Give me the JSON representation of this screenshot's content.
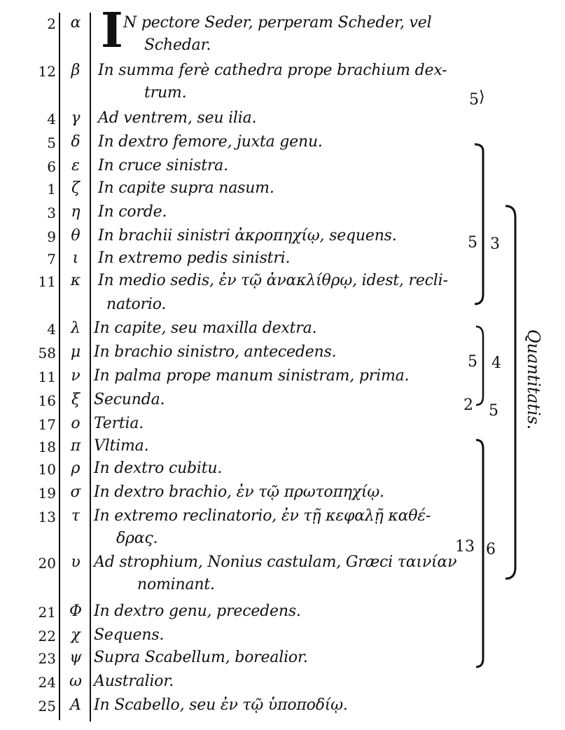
{
  "entries": [
    {
      "num": "2",
      "greek": "α",
      "text": "N pectore Seder, perperam Scheder, vel",
      "cont": "Schedar."
    },
    {
      "num": "12",
      "greek": "β",
      "text": "In summa ferè cathedra prope brachium dex-",
      "cont": "trum."
    },
    {
      "num": "4",
      "greek": "γ",
      "text": "Ad ventrem, seu ilia."
    },
    {
      "num": "5",
      "greek": "δ",
      "text": "In dextro femore, juxta genu."
    },
    {
      "num": "6",
      "greek": "ε",
      "text": "In cruce sinistra."
    },
    {
      "num": "1",
      "greek": "ζ",
      "text": "In capite supra nasum."
    },
    {
      "num": "3",
      "greek": "η",
      "text": "In corde."
    },
    {
      "num": "9",
      "greek": "θ",
      "text": "In brachii sinistri ἀκροπηχίῳ, sequens."
    },
    {
      "num": "7",
      "greek": "ι",
      "text": "In extremo pedis sinistri."
    },
    {
      "num": "11",
      "greek": "κ",
      "text": "In medio sedis, ἐν τῷ ἀνακλίθρῳ, idest, recli-",
      "cont": "natorio."
    },
    {
      "num": "4",
      "greek": "λ",
      "text": "In capite, seu maxilla dextra."
    },
    {
      "num": "58",
      "greek": "μ",
      "text": "In brachio sinistro, antecedens."
    },
    {
      "num": "11",
      "greek": "ν",
      "text": "In palma prope manum sinistram, prima."
    },
    {
      "num": "16",
      "greek": "ξ",
      "text": "Secunda."
    },
    {
      "num": "17",
      "greek": "ο",
      "text": "Tertia."
    },
    {
      "num": "18",
      "greek": "π",
      "text": "Vltima."
    },
    {
      "num": "10",
      "greek": "ρ",
      "text": "In dextro cubitu."
    },
    {
      "num": "19",
      "greek": "σ",
      "text": "In dextro brachio, ἐν τῷ πρωτοπηχίῳ."
    },
    {
      "num": "13",
      "greek": "τ",
      "text": "In extremo reclinatorio, ἐν τῇ κεφαλῇ καθέ-",
      "cont": "δρας."
    },
    {
      "num": "20",
      "greek": "υ",
      "text": "Ad strophium, Nonius castulam, Græci ταινίαν",
      "cont": "nominant."
    },
    {
      "num": "21",
      "greek": "Φ",
      "text": "In dextro genu, precedens."
    },
    {
      "num": "22",
      "greek": "χ",
      "text": "Sequens."
    },
    {
      "num": "23",
      "greek": "ψ",
      "text": "Supra Scabellum, borealior."
    },
    {
      "num": "24",
      "greek": "ω",
      "text": "Australior."
    },
    {
      "num": "25",
      "greek": "A",
      "text": "In Scabello, seu ἐν τῷ ὑποποδίῳ."
    }
  ],
  "initial_letter": "I",
  "notes": {
    "n1": "5",
    "n2": "5",
    "n3": "3",
    "n4": "5",
    "n5": "4",
    "n6": "2",
    "n7": "5",
    "n8": "13",
    "n9": "6"
  },
  "side_label": "Quantitatis."
}
